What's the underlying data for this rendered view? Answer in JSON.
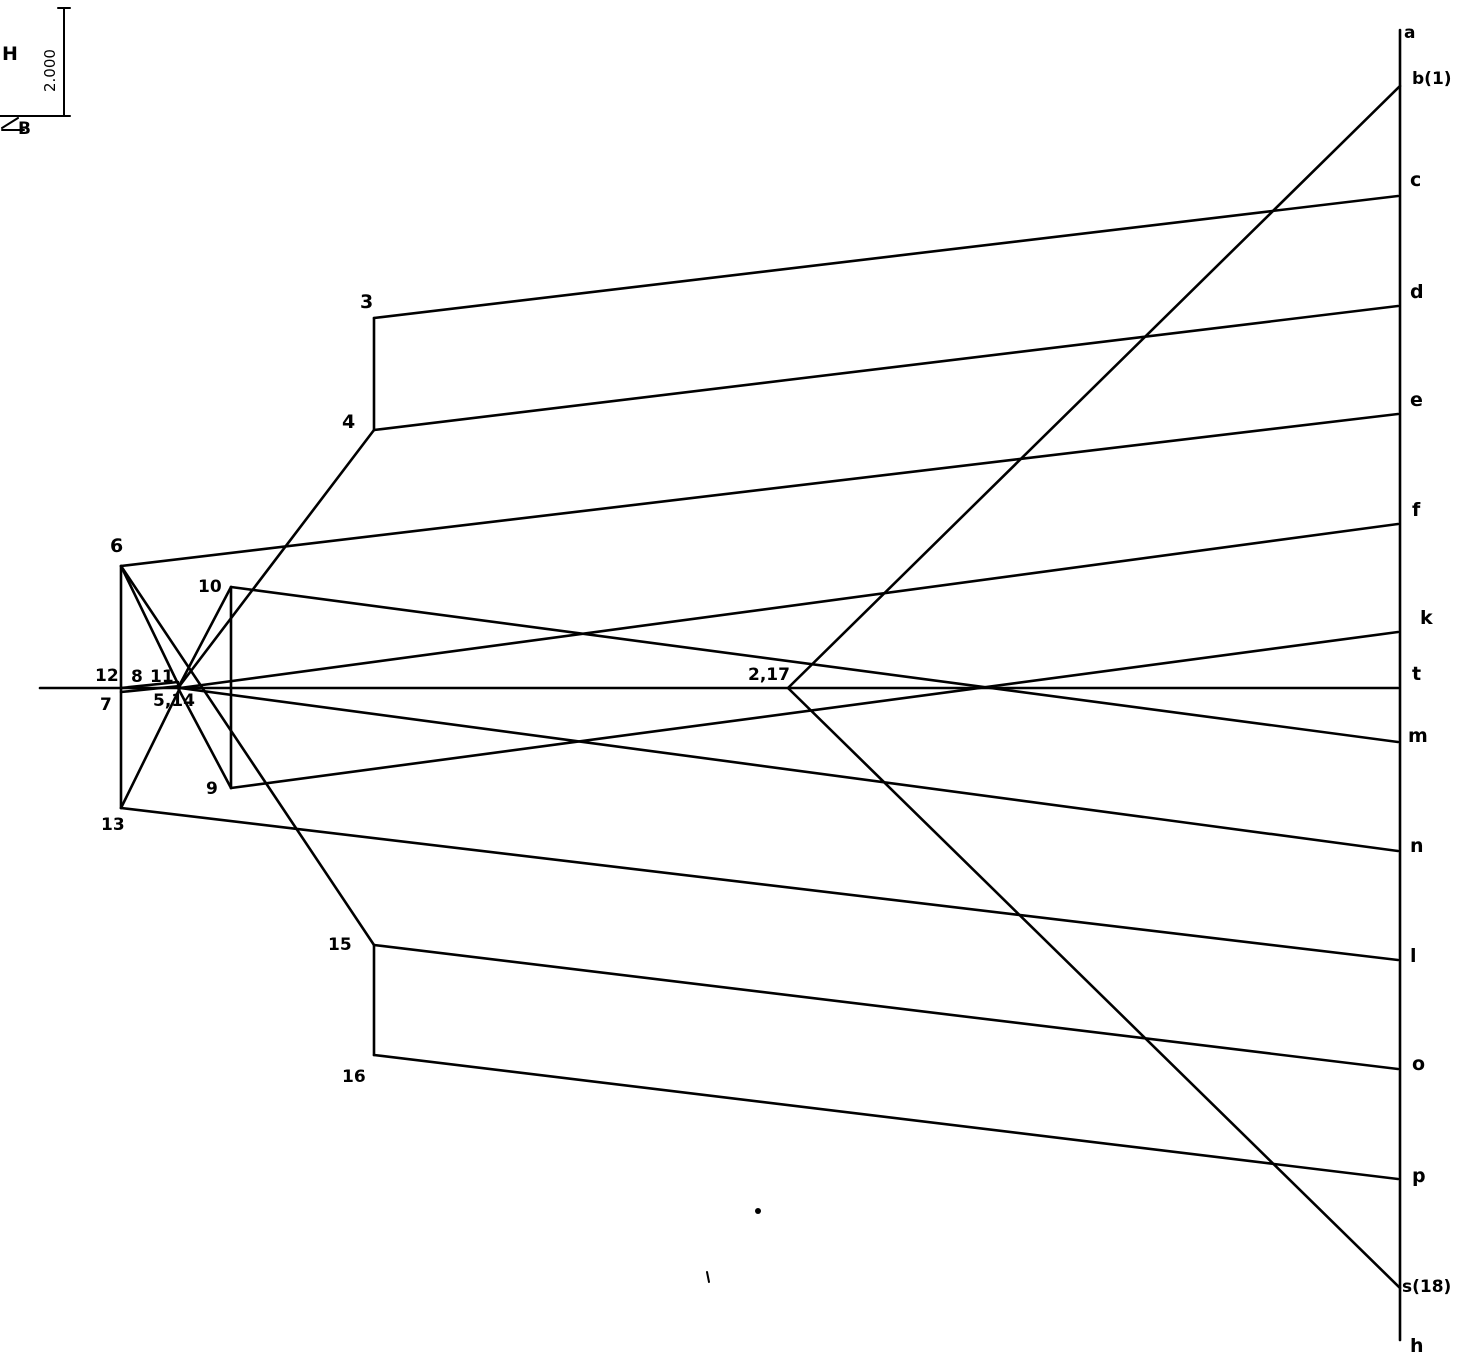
{
  "scale_box": {
    "left_label": "H",
    "value_label": "2.000",
    "corner_label": "B"
  },
  "node_labels": {
    "n3": "3",
    "n4": "4",
    "n6": "6",
    "n10": "10",
    "n12": "12",
    "n8": "8",
    "n11": "11",
    "n7": "7",
    "n5_14": "5,14",
    "n9": "9",
    "n13": "13",
    "n15": "15",
    "n16": "16",
    "n2_17": "2,17"
  },
  "scale_labels": {
    "a": "a",
    "b": "b(1)",
    "c": "c",
    "d": "d",
    "e": "e",
    "f": "f",
    "k": "k",
    "t": "t",
    "m": "m",
    "n": "n",
    "l": "l",
    "o": "o",
    "p": "p",
    "s": "s(18)",
    "h": "h"
  }
}
